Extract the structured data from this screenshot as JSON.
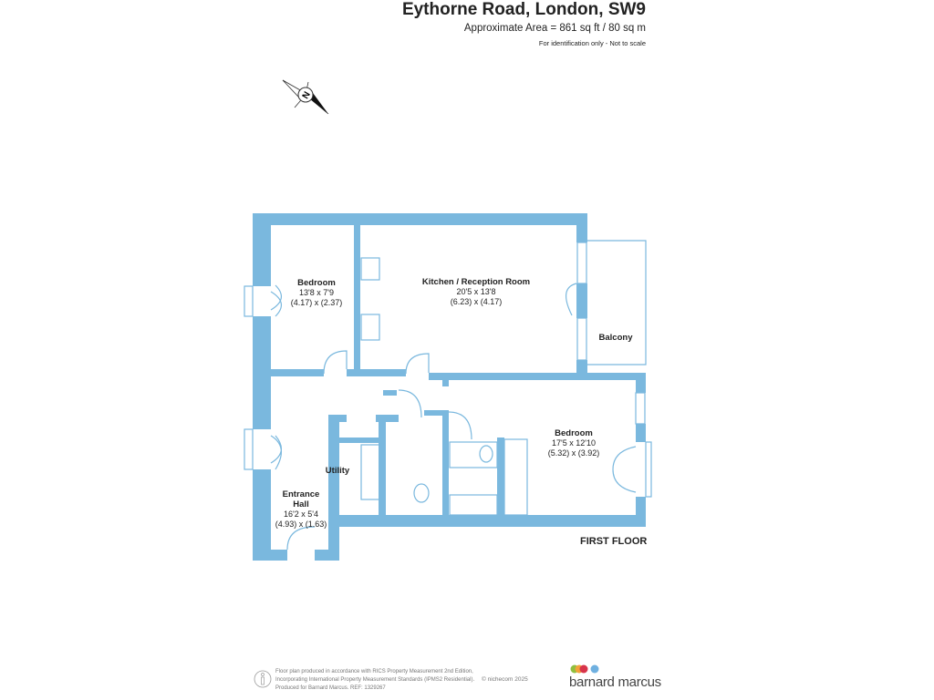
{
  "header": {
    "title": "Eythorne Road, London, SW9",
    "area": "Approximate Area = 861 sq ft / 80 sq m",
    "note": "For identification only - Not to scale"
  },
  "compass": {
    "label": "N"
  },
  "rooms": [
    {
      "name": "Bedroom",
      "imperial": "13'8 x 7'9",
      "metric": "(4.17) x (2.37)"
    },
    {
      "name": "Kitchen / Reception Room",
      "imperial": "20'5 x 13'8",
      "metric": "(6.23) x (4.17)"
    },
    {
      "name": "Balcony"
    },
    {
      "name": "Bedroom",
      "imperial": "17'5 x 12'10",
      "metric": "(5.32) x (3.92)"
    },
    {
      "name": "Utility"
    },
    {
      "name": "Entrance Hall",
      "imperial": "16'2 x 5'4",
      "metric": "(4.93) x (1.63)"
    }
  ],
  "floor_label": "FIRST FLOOR",
  "footer": {
    "line1": "Floor plan produced in accordance with RICS Property Measurement 2nd Edition,",
    "line2": "Incorporating International Property Measurement Standards (IPMS2 Residential).",
    "line3": "Produced for Barnard Marcus.   REF:  1329267",
    "copyright": "© nichecom 2025",
    "brand": "barnard marcus"
  },
  "colors": {
    "wall": "#7ab8de",
    "text": "#222222",
    "brand_dots": [
      "#8fbf3f",
      "#f2a23a",
      "#d8344a",
      "#6fb0e0"
    ]
  }
}
